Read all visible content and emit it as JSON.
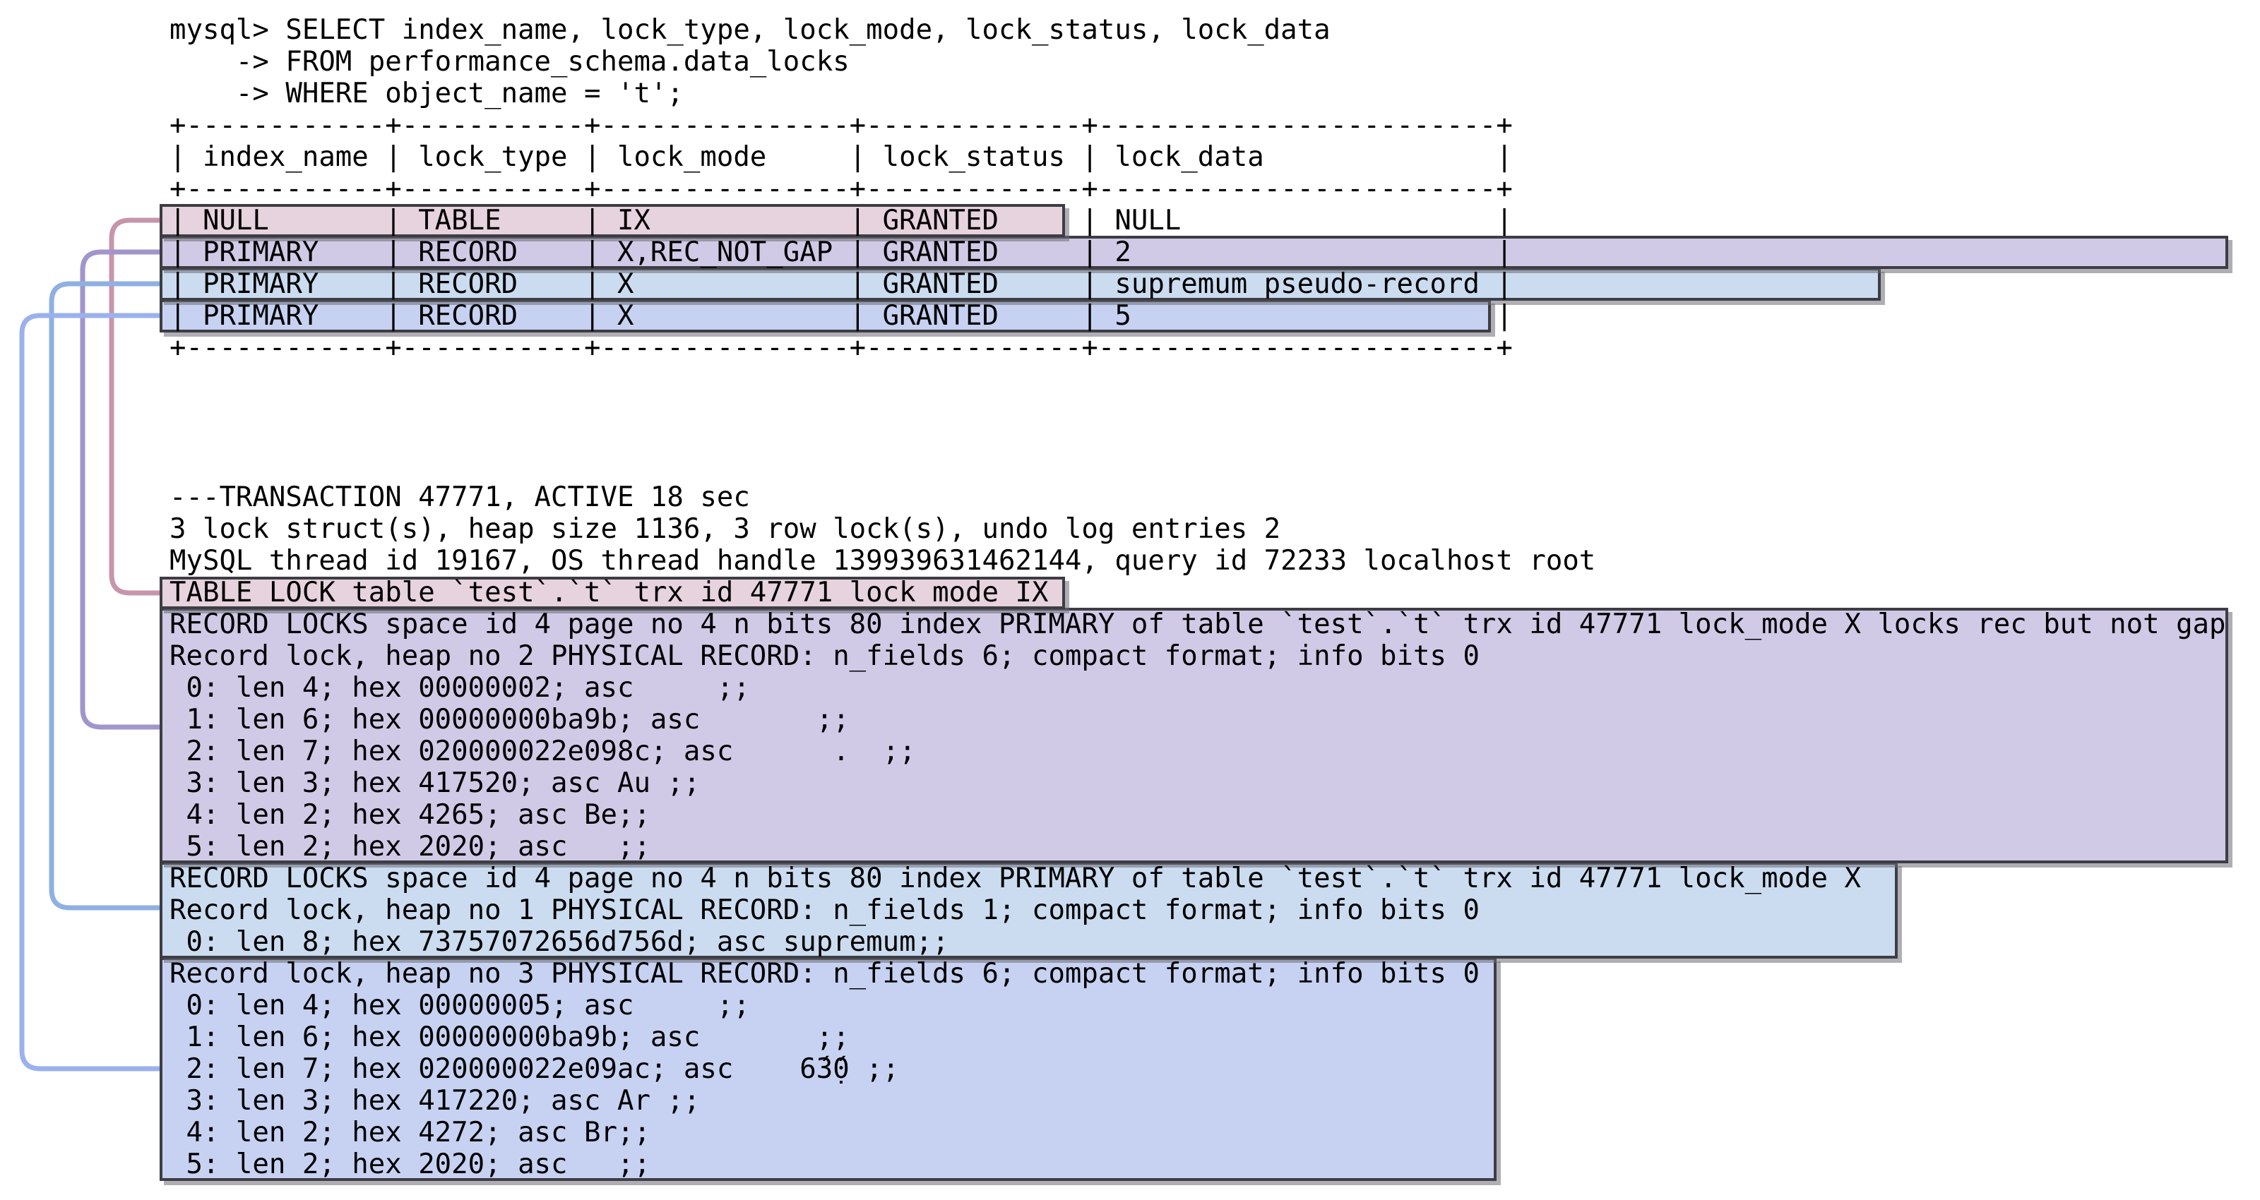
{
  "palette": {
    "table_lock_fill": "#e7d3dd",
    "table_lock_connector": "#c795ab",
    "rec_not_gap_fill": "#d0cae6",
    "rec_not_gap_connector": "#a295cb",
    "supremum_fill": "#cbdcf0",
    "supremum_connector": "#8fb0e2",
    "record5_fill": "#c7d2f2",
    "record5_connector": "#9bb1ee",
    "box_border": "#3d3d44",
    "box_shadow": "#6c6c76",
    "text": "#000000",
    "background": "#ffffff"
  },
  "query": {
    "lines": [
      "mysql> SELECT index_name, lock_type, lock_mode, lock_status, lock_data",
      "    -> FROM performance_schema.data_locks",
      "    -> WHERE object_name = 't';"
    ]
  },
  "result_table": {
    "columns": [
      "index_name",
      "lock_type",
      "lock_mode",
      "lock_status",
      "lock_data"
    ],
    "top_border": "+------------+-----------+---------------+-------------+------------------------+",
    "header_line": "| index_name | lock_type | lock_mode     | lock_status | lock_data              |",
    "mid_border": "+------------+-----------+---------------+-------------+------------------------+",
    "row_lines": [
      "| NULL       | TABLE     | IX            | GRANTED     | NULL                   |",
      "| PRIMARY    | RECORD    | X,REC_NOT_GAP | GRANTED     | 2                      |",
      "| PRIMARY    | RECORD    | X             | GRANTED     | supremum pseudo-record |",
      "| PRIMARY    | RECORD    | X             | GRANTED     | 5                      |"
    ],
    "bottom_border": "+------------+-----------+---------------+-------------+------------------------+",
    "rows_data": [
      {
        "index_name": "NULL",
        "lock_type": "TABLE",
        "lock_mode": "IX",
        "lock_status": "GRANTED",
        "lock_data": "NULL"
      },
      {
        "index_name": "PRIMARY",
        "lock_type": "RECORD",
        "lock_mode": "X,REC_NOT_GAP",
        "lock_status": "GRANTED",
        "lock_data": "2"
      },
      {
        "index_name": "PRIMARY",
        "lock_type": "RECORD",
        "lock_mode": "X",
        "lock_status": "GRANTED",
        "lock_data": "supremum pseudo-record"
      },
      {
        "index_name": "PRIMARY",
        "lock_type": "RECORD",
        "lock_mode": "X",
        "lock_status": "GRANTED",
        "lock_data": "5"
      }
    ]
  },
  "engine_status": {
    "transaction_line": "---TRANSACTION 47771, ACTIVE 18 sec",
    "summary_line": "3 lock struct(s), heap size 1136, 3 row lock(s), undo log entries 2",
    "thread_line": "MySQL thread id 19167, OS thread handle 139939631462144, query id 72233 localhost root",
    "table_lock_line": "TABLE LOCK table `test`.`t` trx id 47771 lock mode IX",
    "record_block_1": {
      "lines": [
        "RECORD LOCKS space id 4 page no 4 n bits 80 index PRIMARY of table `test`.`t` trx id 47771 lock_mode X locks rec but not gap",
        "Record lock, heap no 2 PHYSICAL RECORD: n_fields 6; compact format; info bits 0",
        " 0: len 4; hex 00000002; asc     ;;",
        " 1: len 6; hex 00000000ba9b; asc       ;;",
        " 2: len 7; hex 020000022e098c; asc      .  ;;",
        " 3: len 3; hex 417520; asc Au ;;",
        " 4: len 2; hex 4265; asc Be;;",
        " 5: len 2; hex 2020; asc   ;;"
      ]
    },
    "record_block_2": {
      "lines": [
        "RECORD LOCKS space id 4 page no 4 n bits 80 index PRIMARY of table `test`.`t` trx id 47771 lock_mode X",
        "Record lock, heap no 1 PHYSICAL RECORD: n_fields 1; compact format; info bits 0",
        " 0: len 8; hex 73757072656d756d; asc supremum;;"
      ]
    },
    "record_block_3": {
      "lines": [
        "Record lock, heap no 3 PHYSICAL RECORD: n_fields 6; compact format; info bits 0",
        " 0: len 4; hex 00000005; asc     ;;",
        " 1: len 6; hex 00000000ba9b; asc       ;;",
        " 2: len 7; hex 020000022e09ac; asc    6́3̣́0 ;;",
        " 3: len 3; hex 417220; asc Ar ;;",
        " 4: len 2; hex 4272; asc Br;;",
        " 5: len 2; hex 2020; asc   ;;"
      ]
    }
  },
  "annotations": {
    "links": [
      {
        "from": "result row 1 (NULL/TABLE/IX)",
        "to": "TABLE LOCK line",
        "color": "#c795ab"
      },
      {
        "from": "result row 2 (X,REC_NOT_GAP / 2)",
        "to": "RECORD LOCKS block, heap no 2",
        "color": "#a295cb"
      },
      {
        "from": "result row 3 (X / supremum pseudo-record)",
        "to": "RECORD LOCKS block, heap no 1 supremum",
        "color": "#8fb0e2"
      },
      {
        "from": "result row 4 (X / 5)",
        "to": "Record lock block, heap no 3",
        "color": "#9bb1ee"
      }
    ]
  }
}
